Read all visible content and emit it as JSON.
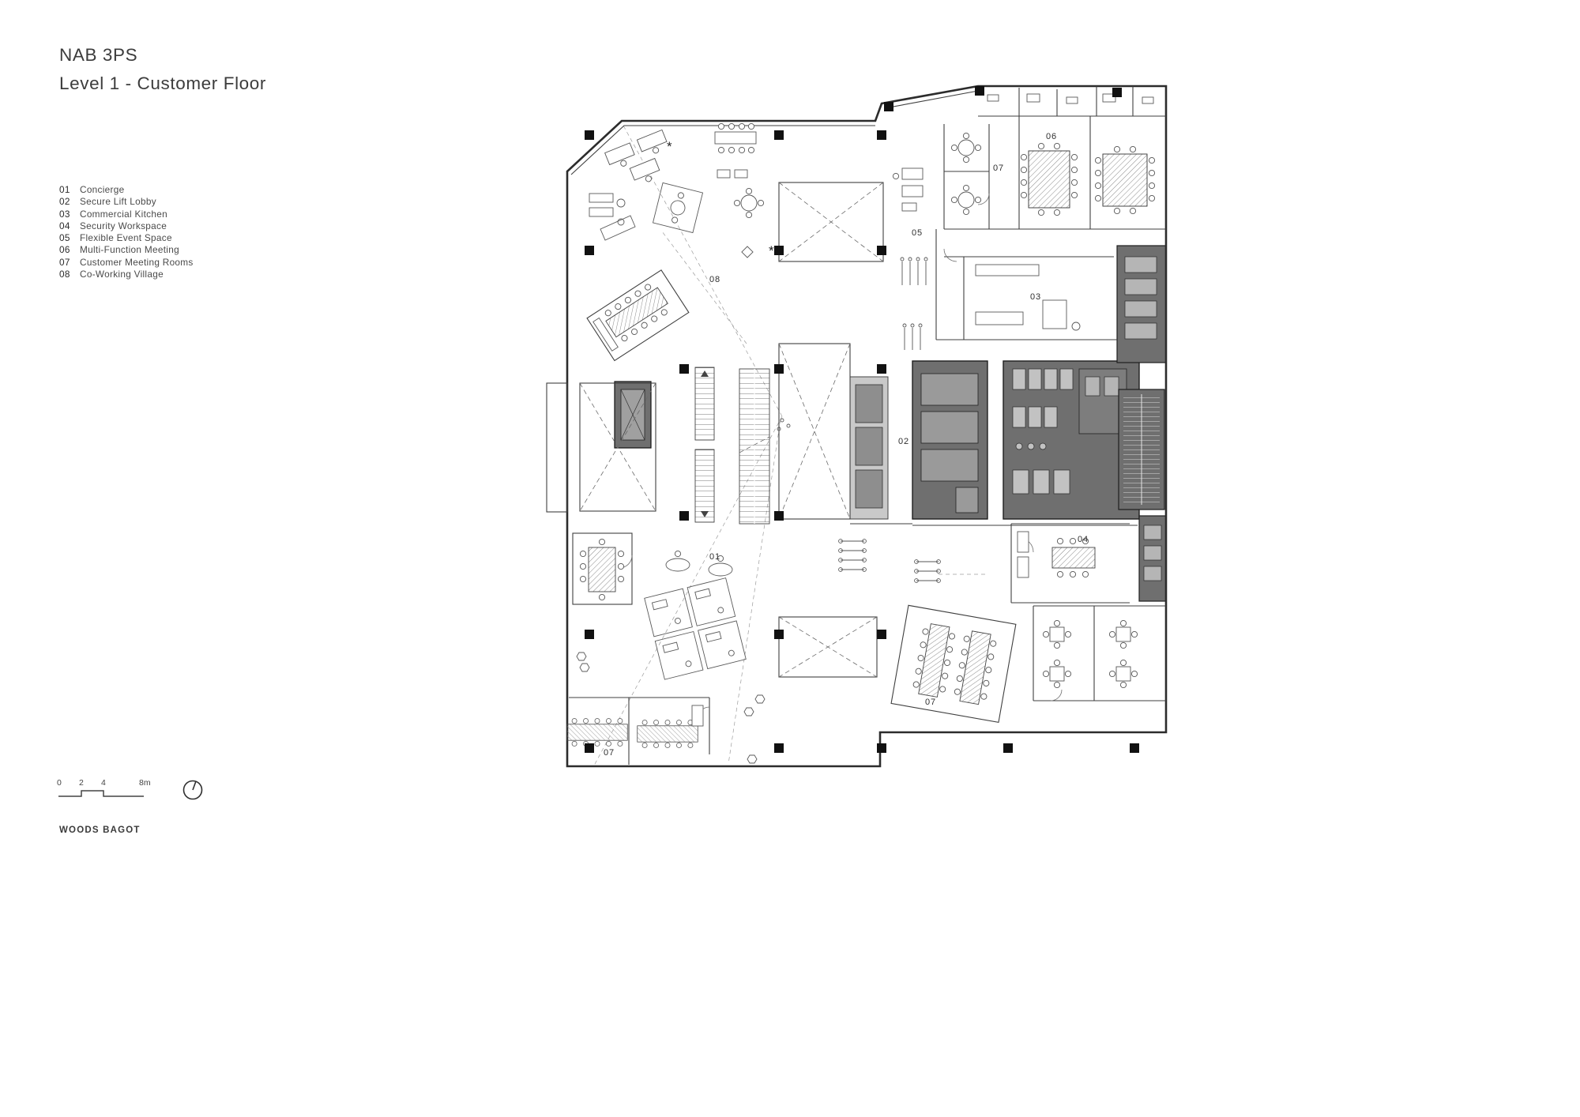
{
  "title": {
    "project": "NAB 3PS",
    "level": "Level 1 - Customer Floor"
  },
  "legend": {
    "items": [
      {
        "num": "01",
        "label": "Concierge"
      },
      {
        "num": "02",
        "label": "Secure Lift Lobby"
      },
      {
        "num": "03",
        "label": "Commercial Kitchen"
      },
      {
        "num": "04",
        "label": "Security Workspace"
      },
      {
        "num": "05",
        "label": "Flexible Event Space"
      },
      {
        "num": "06",
        "label": "Multi-Function Meeting"
      },
      {
        "num": "07",
        "label": "Customer Meeting Rooms"
      },
      {
        "num": "08",
        "label": "Co-Working Village"
      }
    ]
  },
  "plan": {
    "room_labels": [
      {
        "id": "08",
        "text": "08"
      },
      {
        "id": "05",
        "text": "05"
      },
      {
        "id": "07-top",
        "text": "07"
      },
      {
        "id": "06",
        "text": "06"
      },
      {
        "id": "03",
        "text": "03"
      },
      {
        "id": "02",
        "text": "02"
      },
      {
        "id": "01",
        "text": "01"
      },
      {
        "id": "04",
        "text": "04"
      },
      {
        "id": "07-bottom-right",
        "text": "07"
      },
      {
        "id": "07-bottom-left",
        "text": "07"
      }
    ],
    "annotations": [
      {
        "text": "*"
      },
      {
        "text": "*"
      }
    ]
  },
  "scale": {
    "ticks": [
      "0",
      "2",
      "4",
      "8m"
    ]
  },
  "footer": {
    "firm": "WOODS BAGOT"
  },
  "colors": {
    "line": "#3f3f3f",
    "poche": "#6f6f6f",
    "light_fill": "#c9c9c9",
    "background": "#ffffff"
  }
}
